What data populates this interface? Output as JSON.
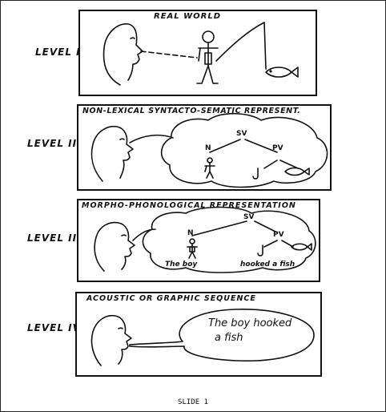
{
  "levels": [
    {
      "label": "LEVEL I",
      "title": "REAL     WORLD"
    },
    {
      "label": "LEVEL II",
      "title": "NON-LEXICAL SYNTACTO-SEMATIC REPRESENT.",
      "nodes": {
        "root": "SV",
        "left": "N",
        "right": "PV"
      }
    },
    {
      "label": "LEVEL III",
      "title": "MORPHO-PHONOLOGICAL        REPRESENTATION",
      "nodes": {
        "root": "SV",
        "left": "N",
        "right": "PV"
      },
      "captions": {
        "subject": "The boy",
        "predicate": "hooked  a fish"
      }
    },
    {
      "label": "LEVEL IV",
      "title": "ACOUSTIC   OR   GRAPHIC   SEQUENCE",
      "speech": {
        "line1": "The boy hooked",
        "line2": "a  fish"
      }
    }
  ],
  "footer": "SLIDE 1"
}
